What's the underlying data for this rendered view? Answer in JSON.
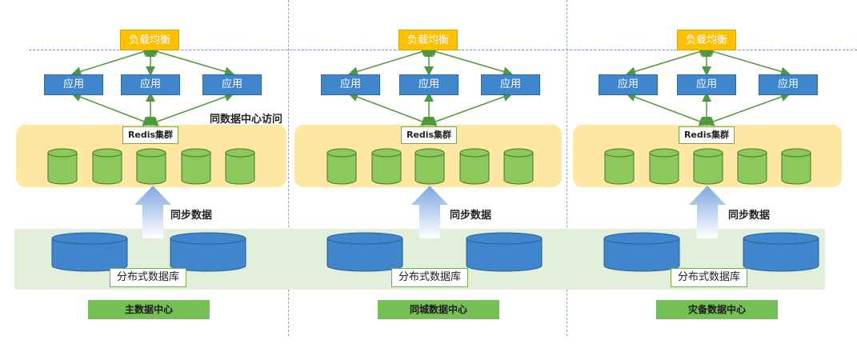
{
  "load_balancer_label": "负载均衡",
  "app_label": "应用",
  "redis_label": "Redis集群",
  "same_dc_access_label": "同数据中心访问",
  "sync_label": "同步数据",
  "distributed_db_label": "分布式数据库",
  "datacenters": [
    {
      "name": "主数据中心"
    },
    {
      "name": "同城数据中心"
    },
    {
      "name": "灾备数据中心"
    }
  ],
  "colors": {
    "load_balancer": "#ffc000",
    "app": "#3f86cd",
    "cache_node": "#8dc85c",
    "db": "#3f86cd",
    "redis_panel": "#fde7a2",
    "db_band": "#e2efda",
    "dc_label": "#74c054",
    "arrows": "#4d9a3a"
  }
}
